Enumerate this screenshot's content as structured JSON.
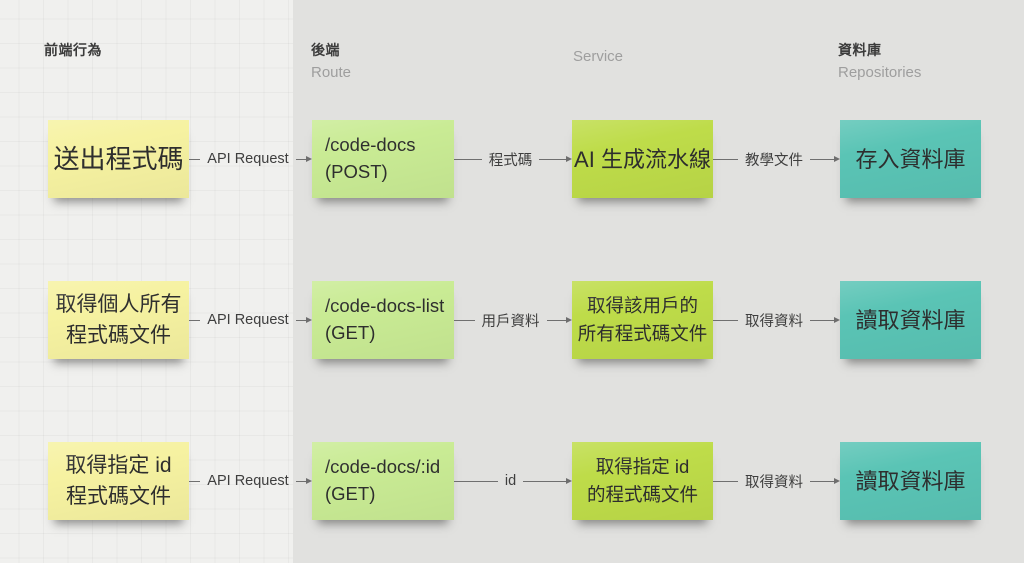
{
  "board": {
    "columns": [
      {
        "title": "前端行為",
        "subtitle": ""
      },
      {
        "title": "後端",
        "subtitle": "Route"
      },
      {
        "title": "",
        "subtitle": "Service"
      },
      {
        "title": "資料庫",
        "subtitle": "Repositories"
      }
    ],
    "colors": {
      "canvas_left": "#f0f0ee",
      "canvas_right": "#e1e1df",
      "frontend_note": "#f6f2a1",
      "route_note": "#c9eb94",
      "service_note": "#bedc49",
      "repository_note": "#5ac4b5",
      "arrow": "#6f6f6f"
    },
    "rows": [
      {
        "frontend": [
          "送出程式碼"
        ],
        "arrow_frontend_route": "API Request",
        "route": [
          "/code-docs",
          "(POST)"
        ],
        "arrow_route_service": "程式碼",
        "service": [
          "AI 生成流水線"
        ],
        "arrow_service_repo": "教學文件",
        "repository": [
          "存入資料庫"
        ]
      },
      {
        "frontend": [
          "取得個人所有",
          "程式碼文件"
        ],
        "arrow_frontend_route": "API Request",
        "route": [
          "/code-docs-list",
          "(GET)"
        ],
        "arrow_route_service": "用戶資料",
        "service": [
          "取得該用戶的",
          "所有程式碼文件"
        ],
        "arrow_service_repo": "取得資料",
        "repository": [
          "讀取資料庫"
        ]
      },
      {
        "frontend": [
          "取得指定 id",
          "程式碼文件"
        ],
        "arrow_frontend_route": "API Request",
        "route": [
          "/code-docs/:id",
          "(GET)"
        ],
        "arrow_route_service": "id",
        "service": [
          "取得指定 id",
          "的程式碼文件"
        ],
        "arrow_service_repo": "取得資料",
        "repository": [
          "讀取資料庫"
        ]
      }
    ]
  }
}
